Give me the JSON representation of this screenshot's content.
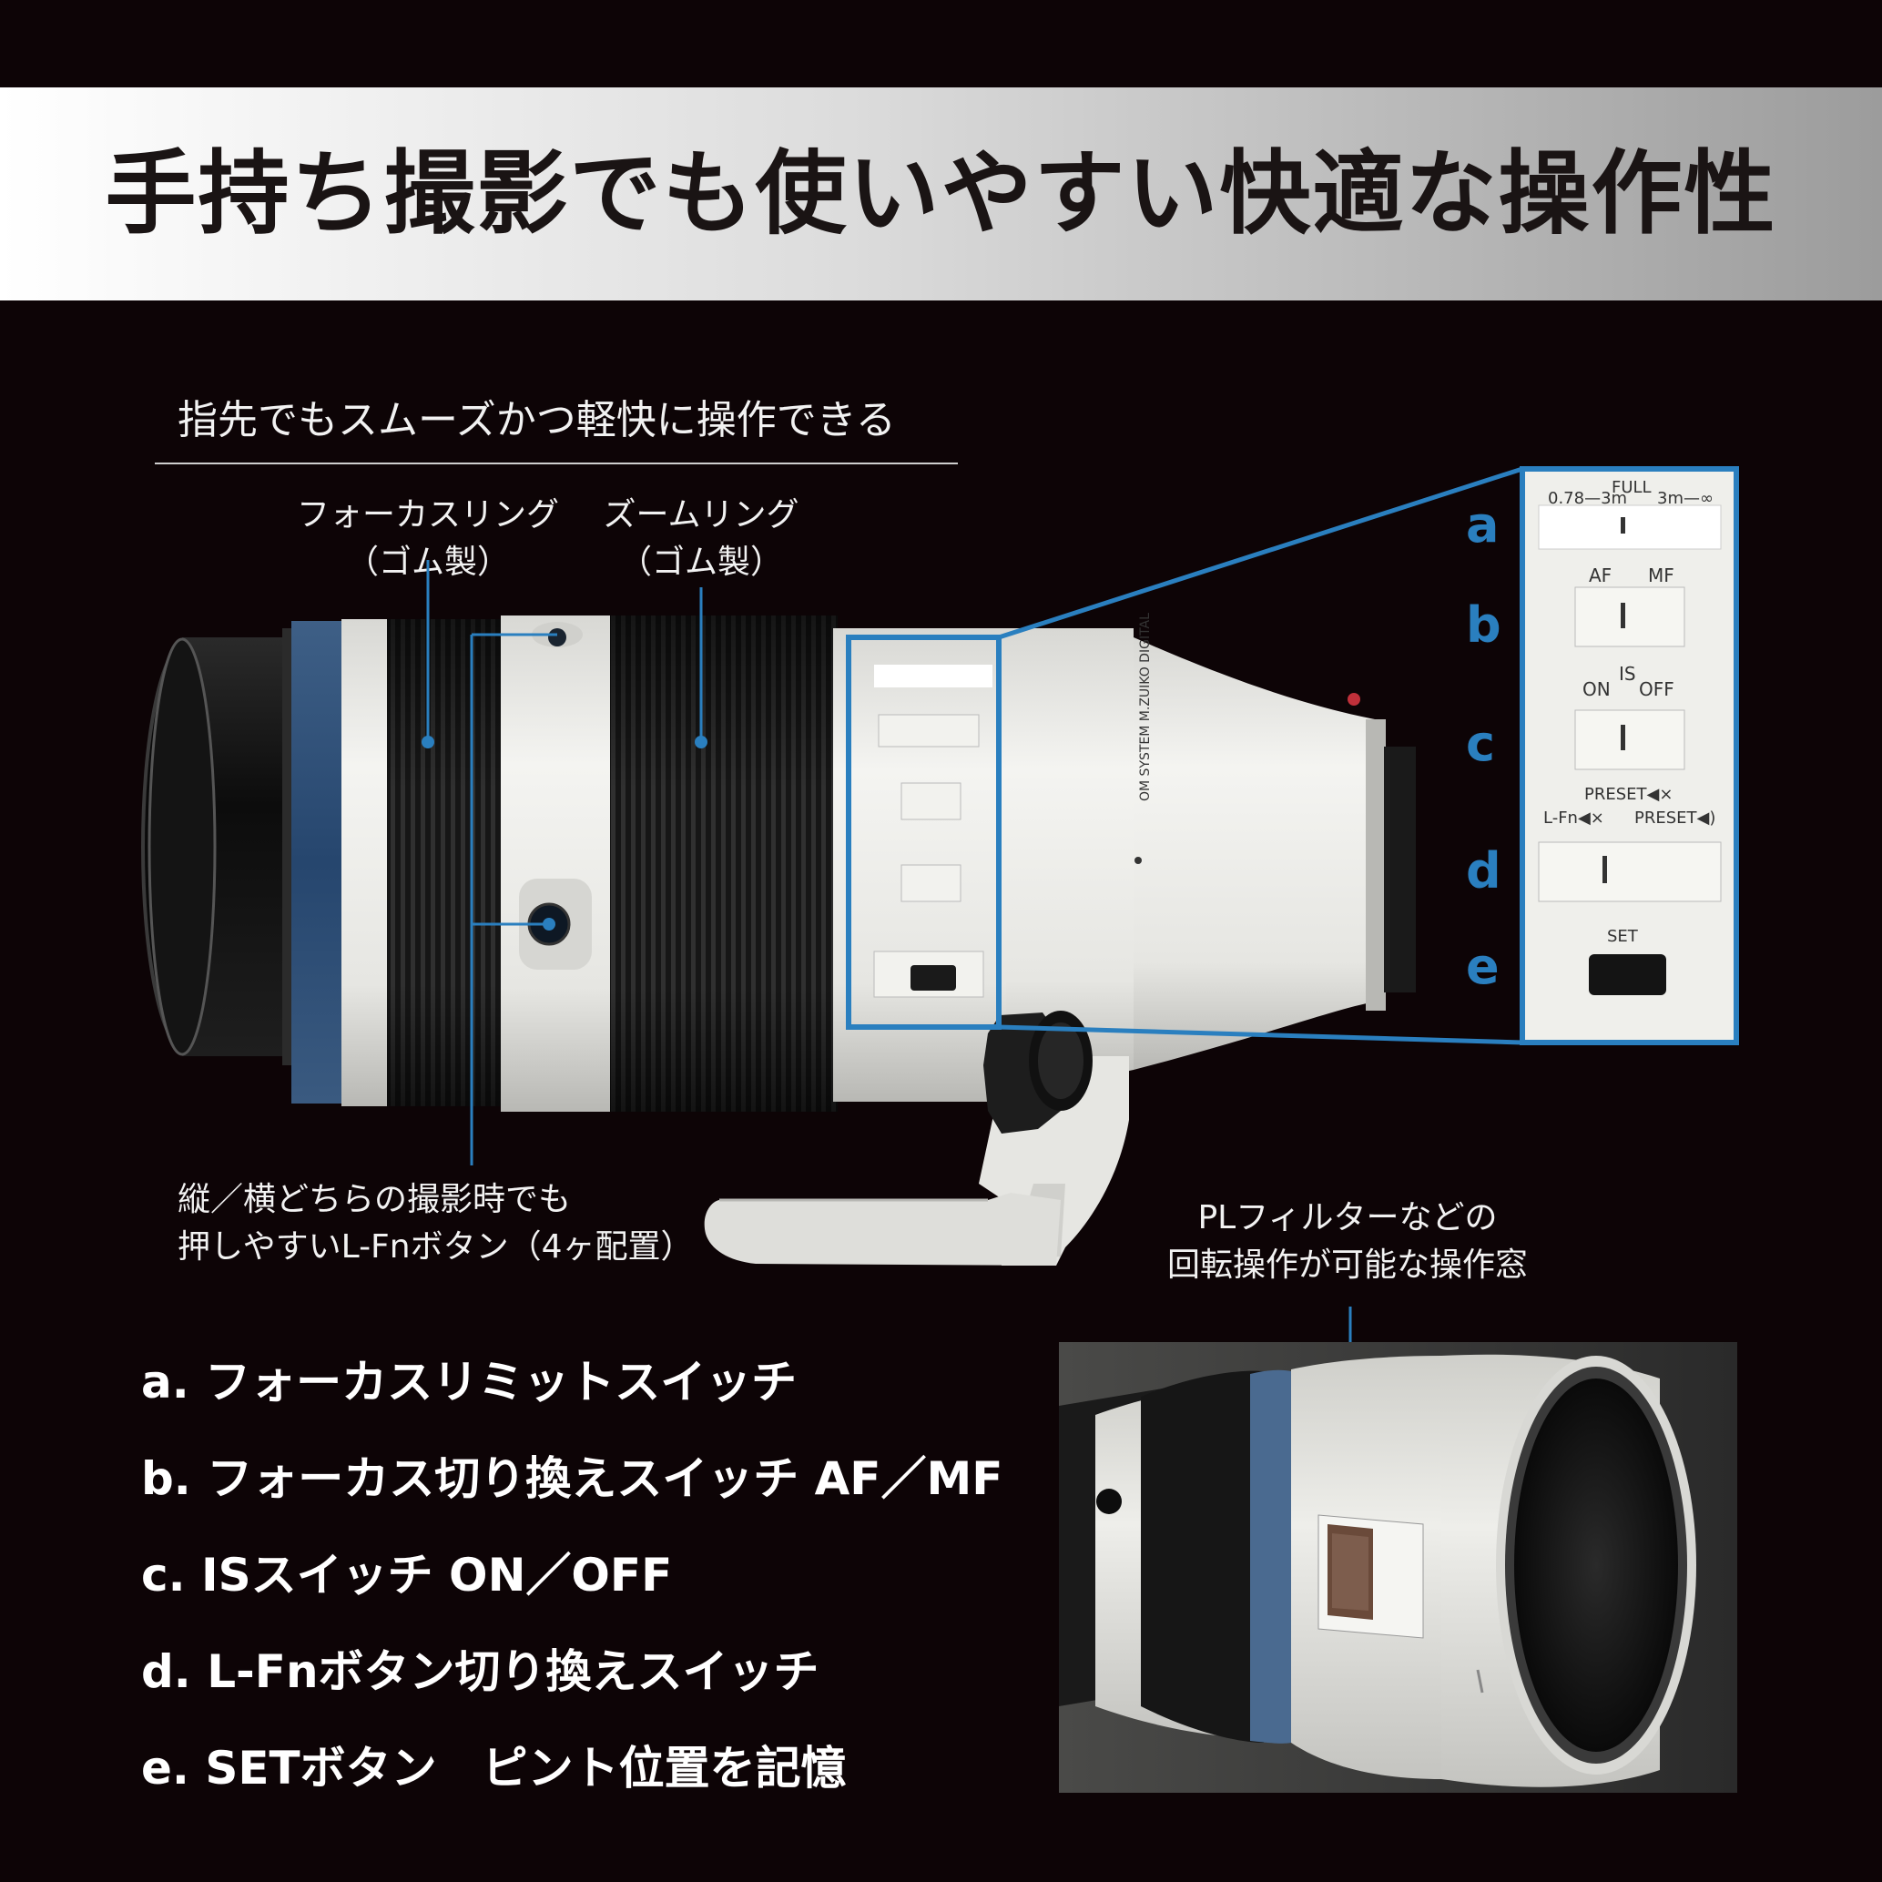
{
  "title": "手持ち撮影でも使いやすい快適な操作性",
  "subtitle": "指先でもスムーズかつ軽快に操作できる",
  "labels": {
    "focus_ring": [
      "フォーカスリング",
      "（ゴム製）"
    ],
    "zoom_ring": [
      "ズームリング",
      "（ゴム製）"
    ],
    "lfn": [
      "縦／横どちらの撮影時でも",
      "押しやすいL-Fnボタン（4ヶ配置）"
    ],
    "pl_window": [
      "PLフィルターなどの",
      "回転操作が可能な操作窓"
    ]
  },
  "switch_letters": [
    "a",
    "b",
    "c",
    "d",
    "e"
  ],
  "switch_panel": {
    "limit_top": "FULL",
    "limit_left": "0.78—3m",
    "limit_right": "3m—∞",
    "af": "AF",
    "mf": "MF",
    "is": "IS",
    "on": "ON",
    "off": "OFF",
    "preset_top": "PRESET◀×",
    "lfn_left": "L-Fn◀×",
    "preset_right": "PRESET◀)",
    "set": "SET"
  },
  "lens_print": "OM SYSTEM M.ZUIKO DIGITAL",
  "features": [
    "a. フォーカスリミットスイッチ",
    "b. フォーカス切り換えスイッチ AF／MF",
    "c. ISスイッチ ON／OFF",
    "d. L-Fnボタン切り換えスイッチ",
    "e. SETボタン　ピント位置を記憶"
  ],
  "colors": {
    "accent_blue": "#2a7fbf",
    "lens_white": "#eeeeea",
    "background": "#0d0406"
  }
}
